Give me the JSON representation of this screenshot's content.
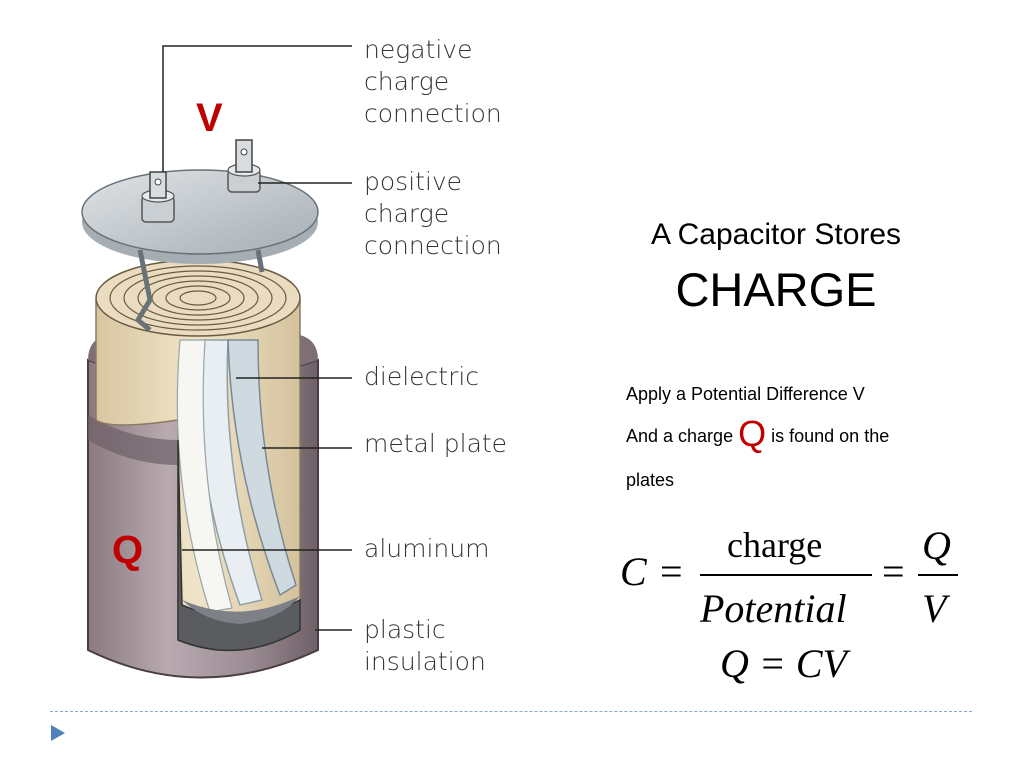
{
  "diagram": {
    "voltage_symbol": "V",
    "charge_symbol": "Q",
    "labels": [
      {
        "id": "negative",
        "lines": [
          "negative",
          "charge",
          "connection"
        ]
      },
      {
        "id": "positive",
        "lines": [
          "positive",
          "charge",
          "connection"
        ]
      },
      {
        "id": "dielectric",
        "lines": [
          "dielectric"
        ]
      },
      {
        "id": "metal",
        "lines": [
          "metal plate"
        ]
      },
      {
        "id": "aluminum",
        "lines": [
          "aluminum"
        ]
      },
      {
        "id": "plastic",
        "lines": [
          "plastic",
          "insulation"
        ]
      }
    ]
  },
  "slide": {
    "title_line1": "A Capacitor Stores",
    "title_line2": "CHARGE",
    "apply_text": "Apply a Potential Difference V",
    "charge_prefix": "And a charge",
    "charge_symbol": "Q",
    "charge_suffix": "is found on the",
    "plates_text": "plates"
  },
  "formula": {
    "lhs": "C",
    "equals": "=",
    "numerator": "charge",
    "denominator": "Potential",
    "q": "Q",
    "v": "V",
    "second_line": "Q = CV"
  },
  "colors": {
    "accent_red": "#c00000",
    "bullet_blue": "#4f81bd"
  }
}
